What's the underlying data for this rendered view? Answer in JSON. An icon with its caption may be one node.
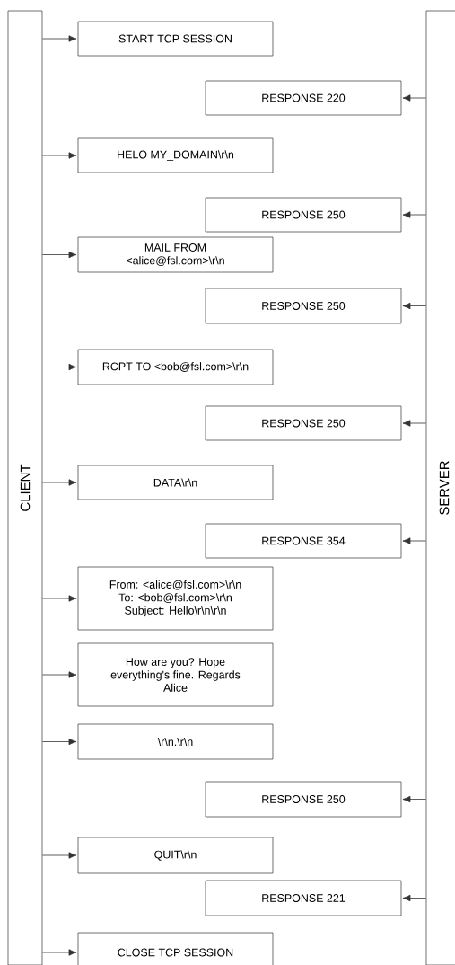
{
  "diagram": {
    "nodes": [
      {
        "text": [
          "CLIENT"
        ]
      },
      {
        "text": [
          "SERVER"
        ]
      },
      {
        "text": [
          "START TCP SESSION"
        ]
      },
      {
        "text": [
          "RESPONSE 220"
        ]
      },
      {
        "text": [
          "HELO MY_DOMAIN\\r\\n"
        ]
      },
      {
        "text": [
          "RESPONSE 250"
        ]
      },
      {
        "text": [
          "MAIL FROM <alice@fsl.com>\\r\\n"
        ]
      },
      {
        "text": [
          "RESPONSE 250"
        ]
      },
      {
        "text": [
          "RCPT TO <bob@fsl.com>\\r\\n"
        ]
      },
      {
        "text": [
          "RESPONSE 250"
        ]
      },
      {
        "text": [
          "DATA\\r\\n"
        ]
      },
      {
        "text": [
          "RESPONSE 354"
        ]
      },
      {
        "text": [
          "From: <alice@fsl.com>\\r\\n To: <bob@fsl.com>\\r\\n Subject: Hello\\r\\n\\r\\n"
        ]
      },
      {
        "text": [
          "How are you? Hope everything's fine. Regards Alice"
        ]
      },
      {
        "text": [
          "\\r\\n.\\r\\n"
        ]
      },
      {
        "text": [
          "RESPONSE 250"
        ]
      },
      {
        "text": [
          "QUIT\\r\\n"
        ]
      },
      {
        "text": [
          "RESPONSE 221"
        ]
      },
      {
        "text": [
          "CLOSE TCP SESSION"
        ]
      }
    ],
    "edges": [
      {
        "from": 0,
        "to": 2,
        "arrow": "to"
      },
      {
        "from": 1,
        "to": 3,
        "arrow": "to"
      },
      {
        "from": 0,
        "to": 4,
        "arrow": "to"
      },
      {
        "from": 1,
        "to": 5,
        "arrow": "to"
      },
      {
        "from": 0,
        "to": 6,
        "arrow": "to"
      },
      {
        "from": 1,
        "to": 7,
        "arrow": "to"
      },
      {
        "from": 0,
        "to": 8,
        "arrow": "to"
      },
      {
        "from": 1,
        "to": 9,
        "arrow": "to"
      },
      {
        "from": 0,
        "to": 10,
        "arrow": "to"
      },
      {
        "from": 1,
        "to": 11,
        "arrow": "to"
      },
      {
        "from": 0,
        "to": 12,
        "arrow": "to"
      },
      {
        "from": 0,
        "to": 13,
        "arrow": "to"
      },
      {
        "from": 0,
        "to": 14,
        "arrow": "to"
      },
      {
        "from": 1,
        "to": 15,
        "arrow": "to"
      },
      {
        "from": 0,
        "to": 16,
        "arrow": "to"
      },
      {
        "from": 1,
        "to": 17,
        "arrow": "to"
      },
      {
        "from": 0,
        "to": 18,
        "arrow": "to"
      }
    ]
  }
}
